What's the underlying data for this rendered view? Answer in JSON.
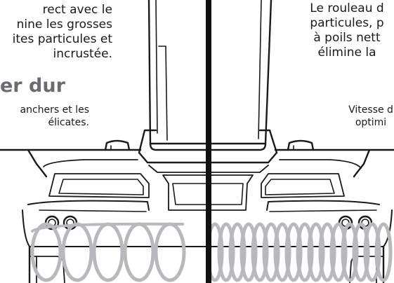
{
  "left_text": {
    "paragraph_lines": [
      "rect avec le",
      "nine les grosses",
      "ites particules et",
      "incrustée."
    ],
    "heading": "er dur",
    "sub_lines": [
      "anchers et les",
      "élicates."
    ]
  },
  "right_text": {
    "paragraph_lines": [
      "Le rouleau d",
      "particules, p",
      "à poils nett",
      "élimine la"
    ],
    "sub_lines": [
      "Vitesse d",
      "optimi"
    ]
  },
  "colors": {
    "ink": "#1a1a1a",
    "heading": "#6b6b70",
    "spring": "#b8b8bd",
    "divider": "#111111"
  }
}
